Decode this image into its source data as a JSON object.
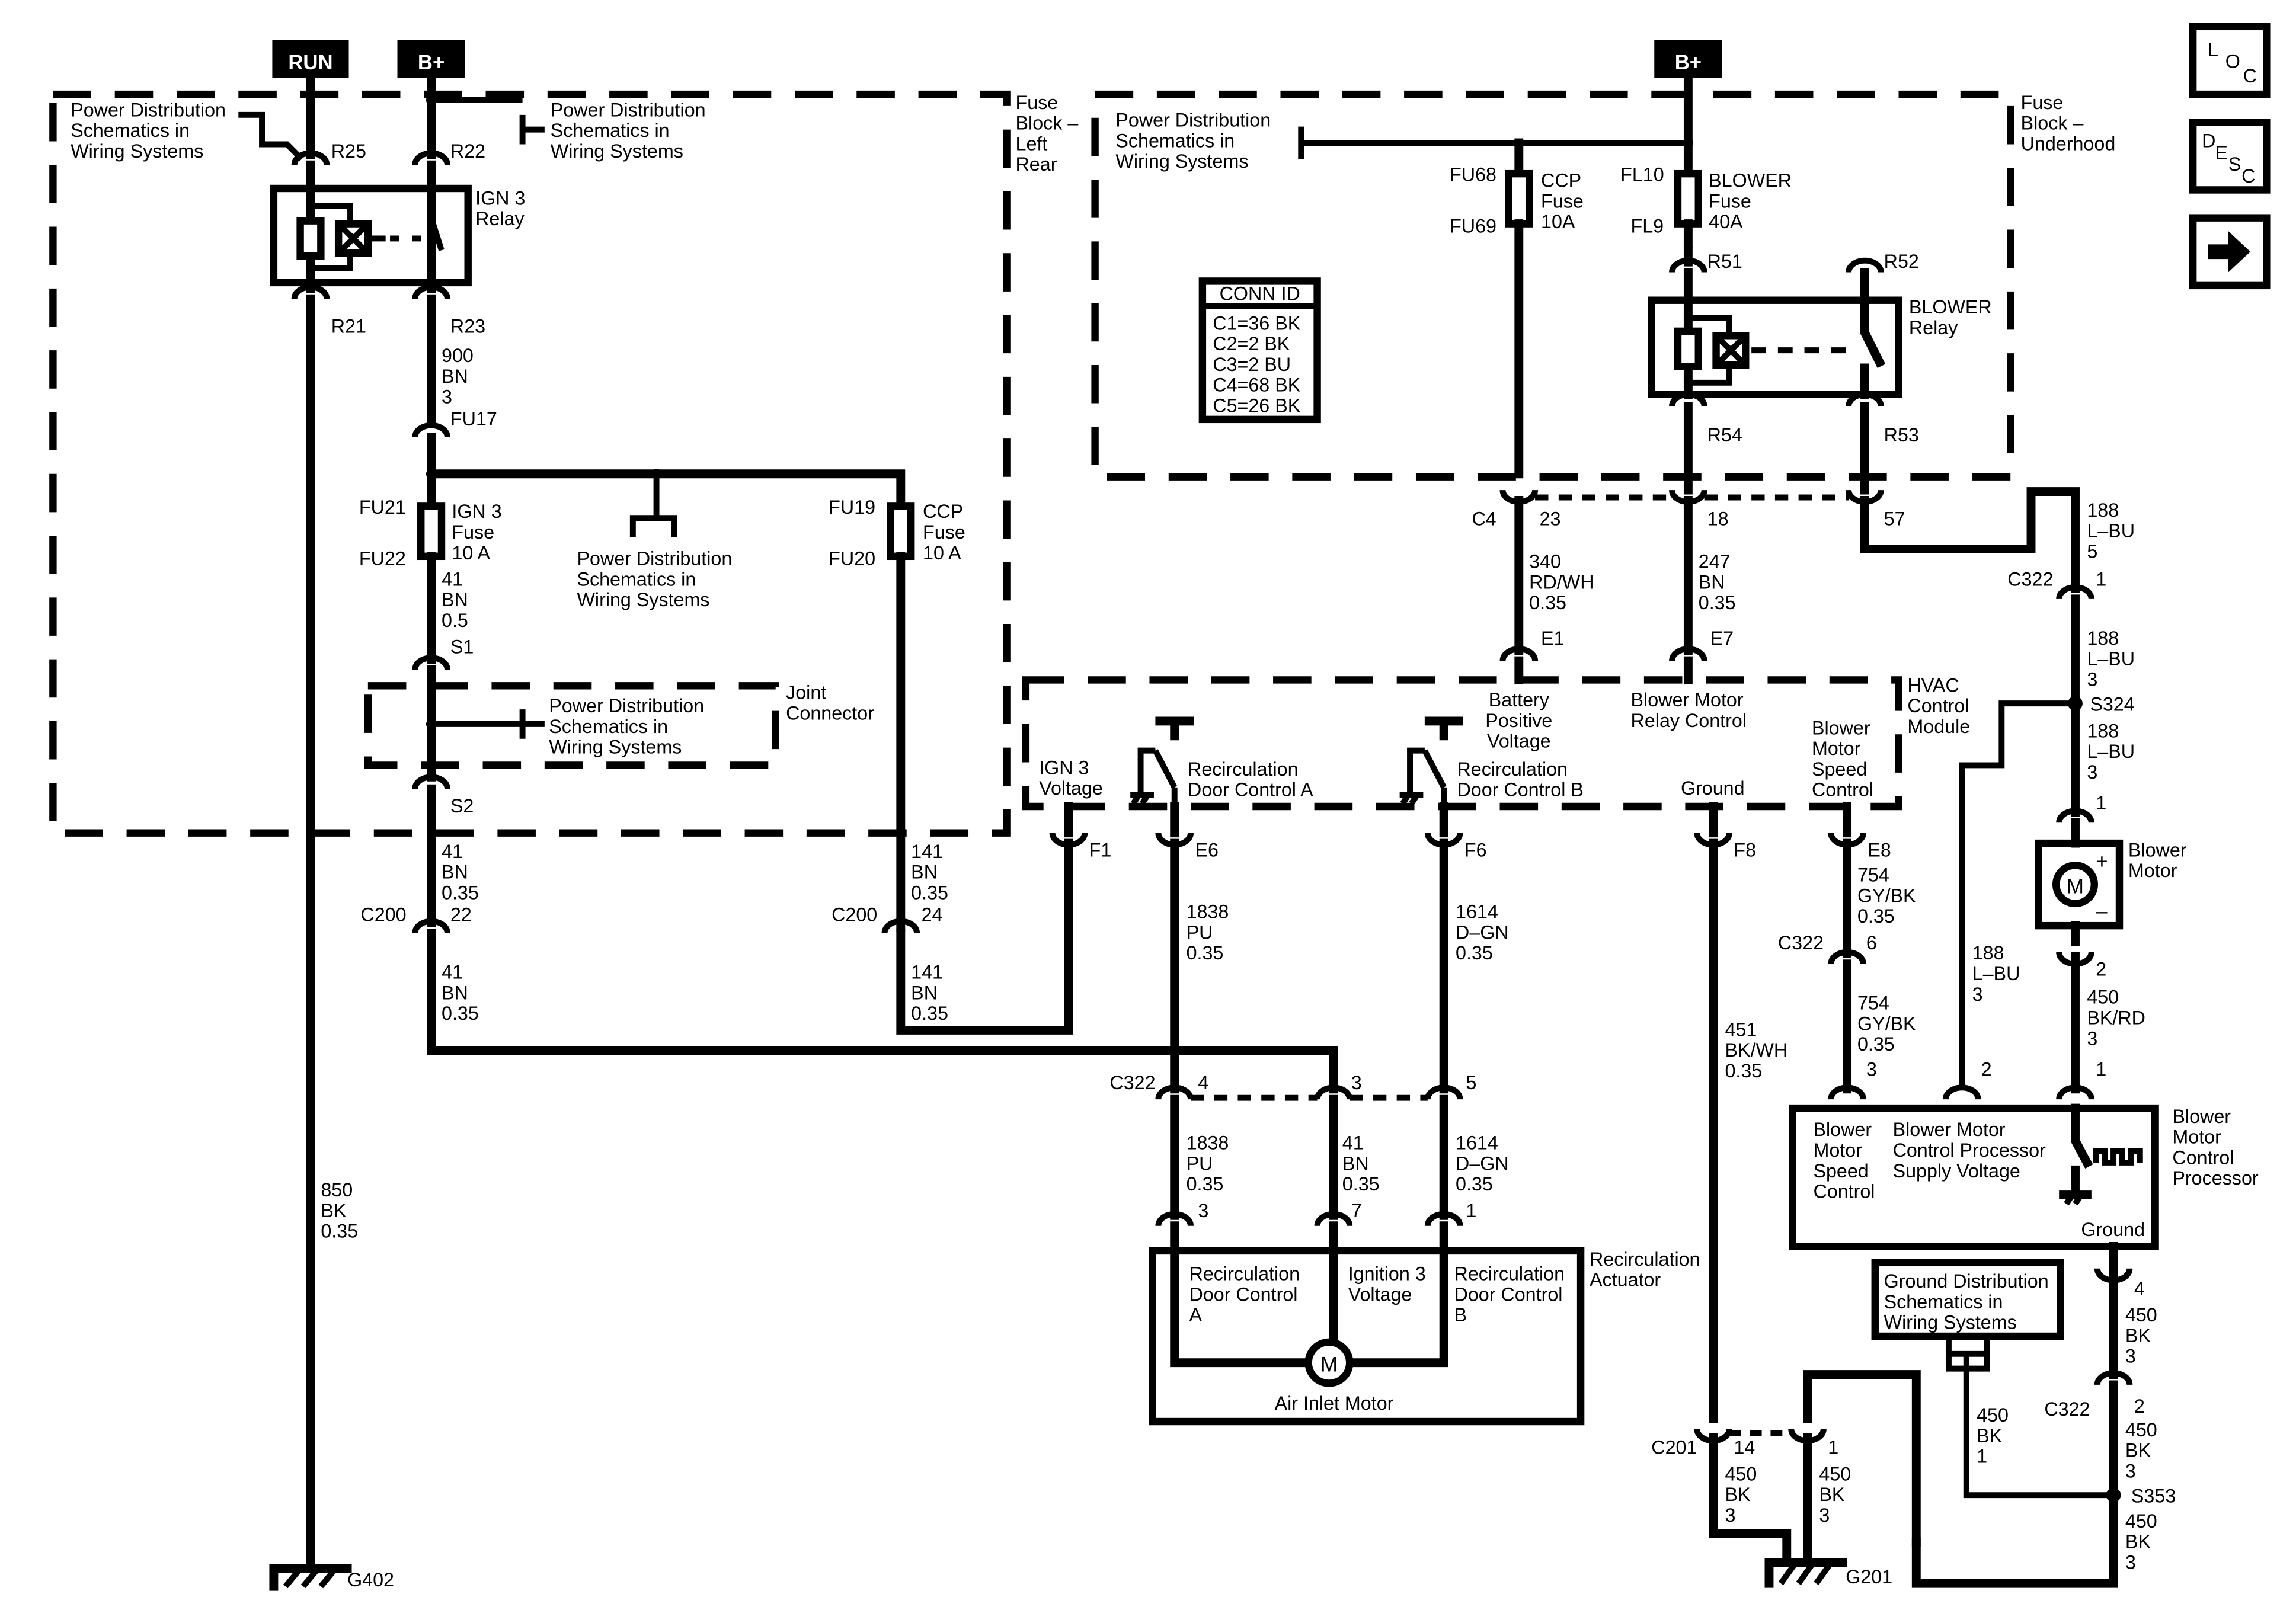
{
  "tags": {
    "run": "RUN",
    "bplus_left": "B+",
    "bplus_right": "B+"
  },
  "nav": {
    "loc": [
      "L",
      "O",
      "C"
    ],
    "desc": [
      "D",
      "E",
      "S",
      "C"
    ],
    "next_icon": "arrow-right-icon"
  },
  "fuse_block_left_rear": {
    "title": [
      "Fuse",
      "Block –",
      "Left",
      "Rear"
    ],
    "pds_left": [
      "Power Distribution",
      "Schematics in",
      "Wiring Systems"
    ],
    "pds_right": [
      "Power Distribution",
      "Schematics in",
      "Wiring Systems"
    ],
    "pds_mid": [
      "Power Distribution",
      "Schematics in",
      "Wiring Systems"
    ],
    "r25": "R25",
    "r22": "R22",
    "r21": "R21",
    "r23": "R23",
    "relay_label": [
      "IGN 3",
      "Relay"
    ],
    "wire_900": [
      "900",
      "BN",
      "3"
    ],
    "fu17": "FU17",
    "fu21": "FU21",
    "fu22": "FU22",
    "ign3_fuse": [
      "IGN 3",
      "Fuse",
      "10 A"
    ],
    "fu19": "FU19",
    "fu20": "FU20",
    "ccp_fuse": [
      "CCP",
      "Fuse",
      "10 A"
    ],
    "wire_41_05": [
      "41",
      "BN",
      "0.5"
    ],
    "s1": "S1",
    "s2": "S2",
    "joint_connector": [
      "Joint",
      "Connector"
    ],
    "pds_joint": [
      "Power Distribution",
      "Schematics in",
      "Wiring Systems"
    ]
  },
  "fuse_block_underhood": {
    "title": [
      "Fuse",
      "Block –",
      "Underhood"
    ],
    "pds": [
      "Power Distribution",
      "Schematics in",
      "Wiring Systems"
    ],
    "fu68": "FU68",
    "fu69": "FU69",
    "ccp_fuse": [
      "CCP",
      "Fuse",
      "10A"
    ],
    "fl10": "FL10",
    "fl9": "FL9",
    "blower_fuse": [
      "BLOWER",
      "Fuse",
      "40A"
    ],
    "conn_id_title": "CONN ID",
    "conn_id": [
      "C1=36 BK",
      "C2=2 BK",
      "C3=2 BU",
      "C4=68 BK",
      "C5=26 BK"
    ],
    "r51": "R51",
    "r52": "R52",
    "r53": "R53",
    "r54": "R54",
    "relay_label": [
      "BLOWER",
      "Relay"
    ],
    "c4": "C4",
    "pin23": "23",
    "pin18": "18",
    "pin57": "57"
  },
  "wires_upper": {
    "w340": [
      "340",
      "RD/WH",
      "0.35"
    ],
    "w247": [
      "247",
      "BN",
      "0.35"
    ],
    "w188a": [
      "188",
      "L–BU",
      "5"
    ],
    "c322_top": "C322",
    "c322_top_pin": "1",
    "w188b": [
      "188",
      "L–BU",
      "3"
    ],
    "s324": "S324",
    "w188c": [
      "188",
      "L–BU",
      "3"
    ]
  },
  "hvac_module": {
    "title": [
      "HVAC",
      "Control",
      "Module"
    ],
    "e1": "E1",
    "e7": "E7",
    "battery": [
      "Battery",
      "Positive",
      "Voltage"
    ],
    "blower_relay_ctrl": [
      "Blower Motor",
      "Relay Control"
    ],
    "ign3": [
      "IGN 3",
      "Voltage"
    ],
    "recirc_a": [
      "Recirculation",
      "Door Control A"
    ],
    "recirc_b": [
      "Recirculation",
      "Door Control B"
    ],
    "ground": "Ground",
    "speed_ctrl": [
      "Blower",
      "Motor",
      "Speed",
      "Control"
    ],
    "f1": "F1",
    "e6": "E6",
    "f6": "F6",
    "f8": "F8",
    "e8": "E8"
  },
  "blower_motor": {
    "label": [
      "Blower",
      "Motor"
    ],
    "pin1": "1",
    "pin2": "2",
    "plus": "+",
    "minus": "–",
    "motor": "M"
  },
  "wires_lower": {
    "w41_s2": [
      "41",
      "BN",
      "0.35"
    ],
    "c200_left": "C200",
    "c200_left_pin": "22",
    "w41_c200": [
      "41",
      "BN",
      "0.35"
    ],
    "w141a": [
      "141",
      "BN",
      "0.35"
    ],
    "c200_right": "C200",
    "c200_right_pin": "24",
    "w141b": [
      "141",
      "BN",
      "0.35"
    ],
    "w850": [
      "850",
      "BK",
      "0.35"
    ],
    "g402": "G402",
    "w1838a": [
      "1838",
      "PU",
      "0.35"
    ],
    "w1614a": [
      "1614",
      "D–GN",
      "0.35"
    ],
    "w754a": [
      "754",
      "GY/BK",
      "0.35"
    ],
    "c322_mid": "C322",
    "c322_mid_pin": "6",
    "w754b": [
      "754",
      "GY/BK",
      "0.35"
    ],
    "pin3_754": "3",
    "w188d": [
      "188",
      "L–BU",
      "3"
    ],
    "pin2_188": "2",
    "w450_brd": [
      "450",
      "BK/RD",
      "3"
    ],
    "pin1_450": "1",
    "w451": [
      "451",
      "BK/WH",
      "0.35"
    ],
    "c322_act": "C322",
    "pin4": "4",
    "pin3": "3",
    "pin5": "5",
    "w1838b": [
      "1838",
      "PU",
      "0.35"
    ],
    "w41_act": [
      "41",
      "BN",
      "0.35"
    ],
    "w1614b": [
      "1614",
      "D–GN",
      "0.35"
    ],
    "act_pin3": "3",
    "act_pin7": "7",
    "act_pin1": "1"
  },
  "recirc_actuator": {
    "title": [
      "Recirculation",
      "Actuator"
    ],
    "col_a": [
      "Recirculation",
      "Door Control",
      "A"
    ],
    "col_ign": [
      "Ignition 3",
      "Voltage"
    ],
    "col_b": [
      "Recirculation",
      "Door Control",
      "B"
    ],
    "motor": "M",
    "motor_label": "Air Inlet Motor"
  },
  "bmcp": {
    "title": [
      "Blower",
      "Motor",
      "Control",
      "Processor"
    ],
    "speed": [
      "Blower",
      "Motor",
      "Speed",
      "Control"
    ],
    "supply": [
      "Blower Motor",
      "Control Processor",
      "Supply Voltage"
    ],
    "ground": "Ground"
  },
  "grounds": {
    "gds": [
      "Ground Distribution",
      "Schematics in",
      "Wiring Systems"
    ],
    "pin4": "4",
    "w450a": [
      "450",
      "BK",
      "3"
    ],
    "c322_low": "C322",
    "c322_low_pin": "2",
    "w450b": [
      "450",
      "BK",
      "3"
    ],
    "s353": "S353",
    "w450c": [
      "450",
      "BK",
      "3"
    ],
    "w450_gds": [
      "450",
      "BK",
      "1"
    ],
    "c201": "C201",
    "c201_pin14": "14",
    "c201_pin1": "1",
    "w450d": [
      "450",
      "BK",
      "3"
    ],
    "w450e": [
      "450",
      "BK",
      "3"
    ],
    "g201": "G201"
  }
}
